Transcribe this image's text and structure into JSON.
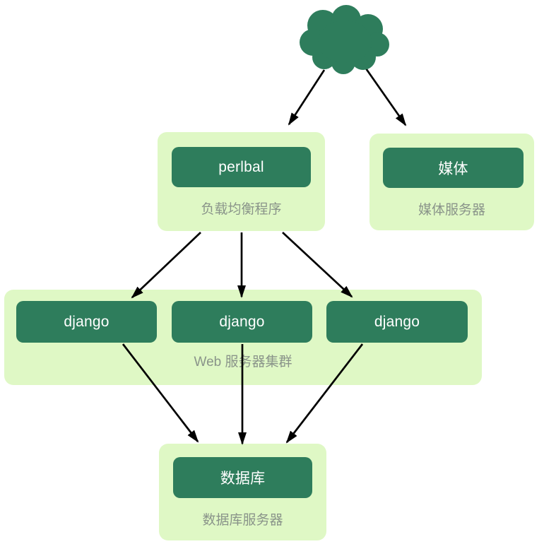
{
  "nodes": {
    "perlbal": "perlbal",
    "media": "媒体",
    "django1": "django",
    "django2": "django",
    "django3": "django",
    "database": "数据库"
  },
  "captions": {
    "load_balancer": "负载均衡程序",
    "media_server": "媒体服务器",
    "web_cluster": "Web 服务器集群",
    "database_server": "数据库服务器"
  },
  "icons": {
    "cloud": "internet-cloud"
  },
  "edges": [
    {
      "from": "internet-cloud",
      "to": "perlbal"
    },
    {
      "from": "internet-cloud",
      "to": "media"
    },
    {
      "from": "perlbal",
      "to": "django1"
    },
    {
      "from": "perlbal",
      "to": "django2"
    },
    {
      "from": "perlbal",
      "to": "django3"
    },
    {
      "from": "django1",
      "to": "database"
    },
    {
      "from": "django2",
      "to": "database"
    },
    {
      "from": "django3",
      "to": "database"
    }
  ],
  "colors": {
    "node_fill": "#2e7d5c",
    "group_fill": "#dff8c5",
    "node_text": "#ffffff",
    "caption_text": "#8a948a",
    "arrow": "#000000",
    "background": "#ffffff"
  }
}
